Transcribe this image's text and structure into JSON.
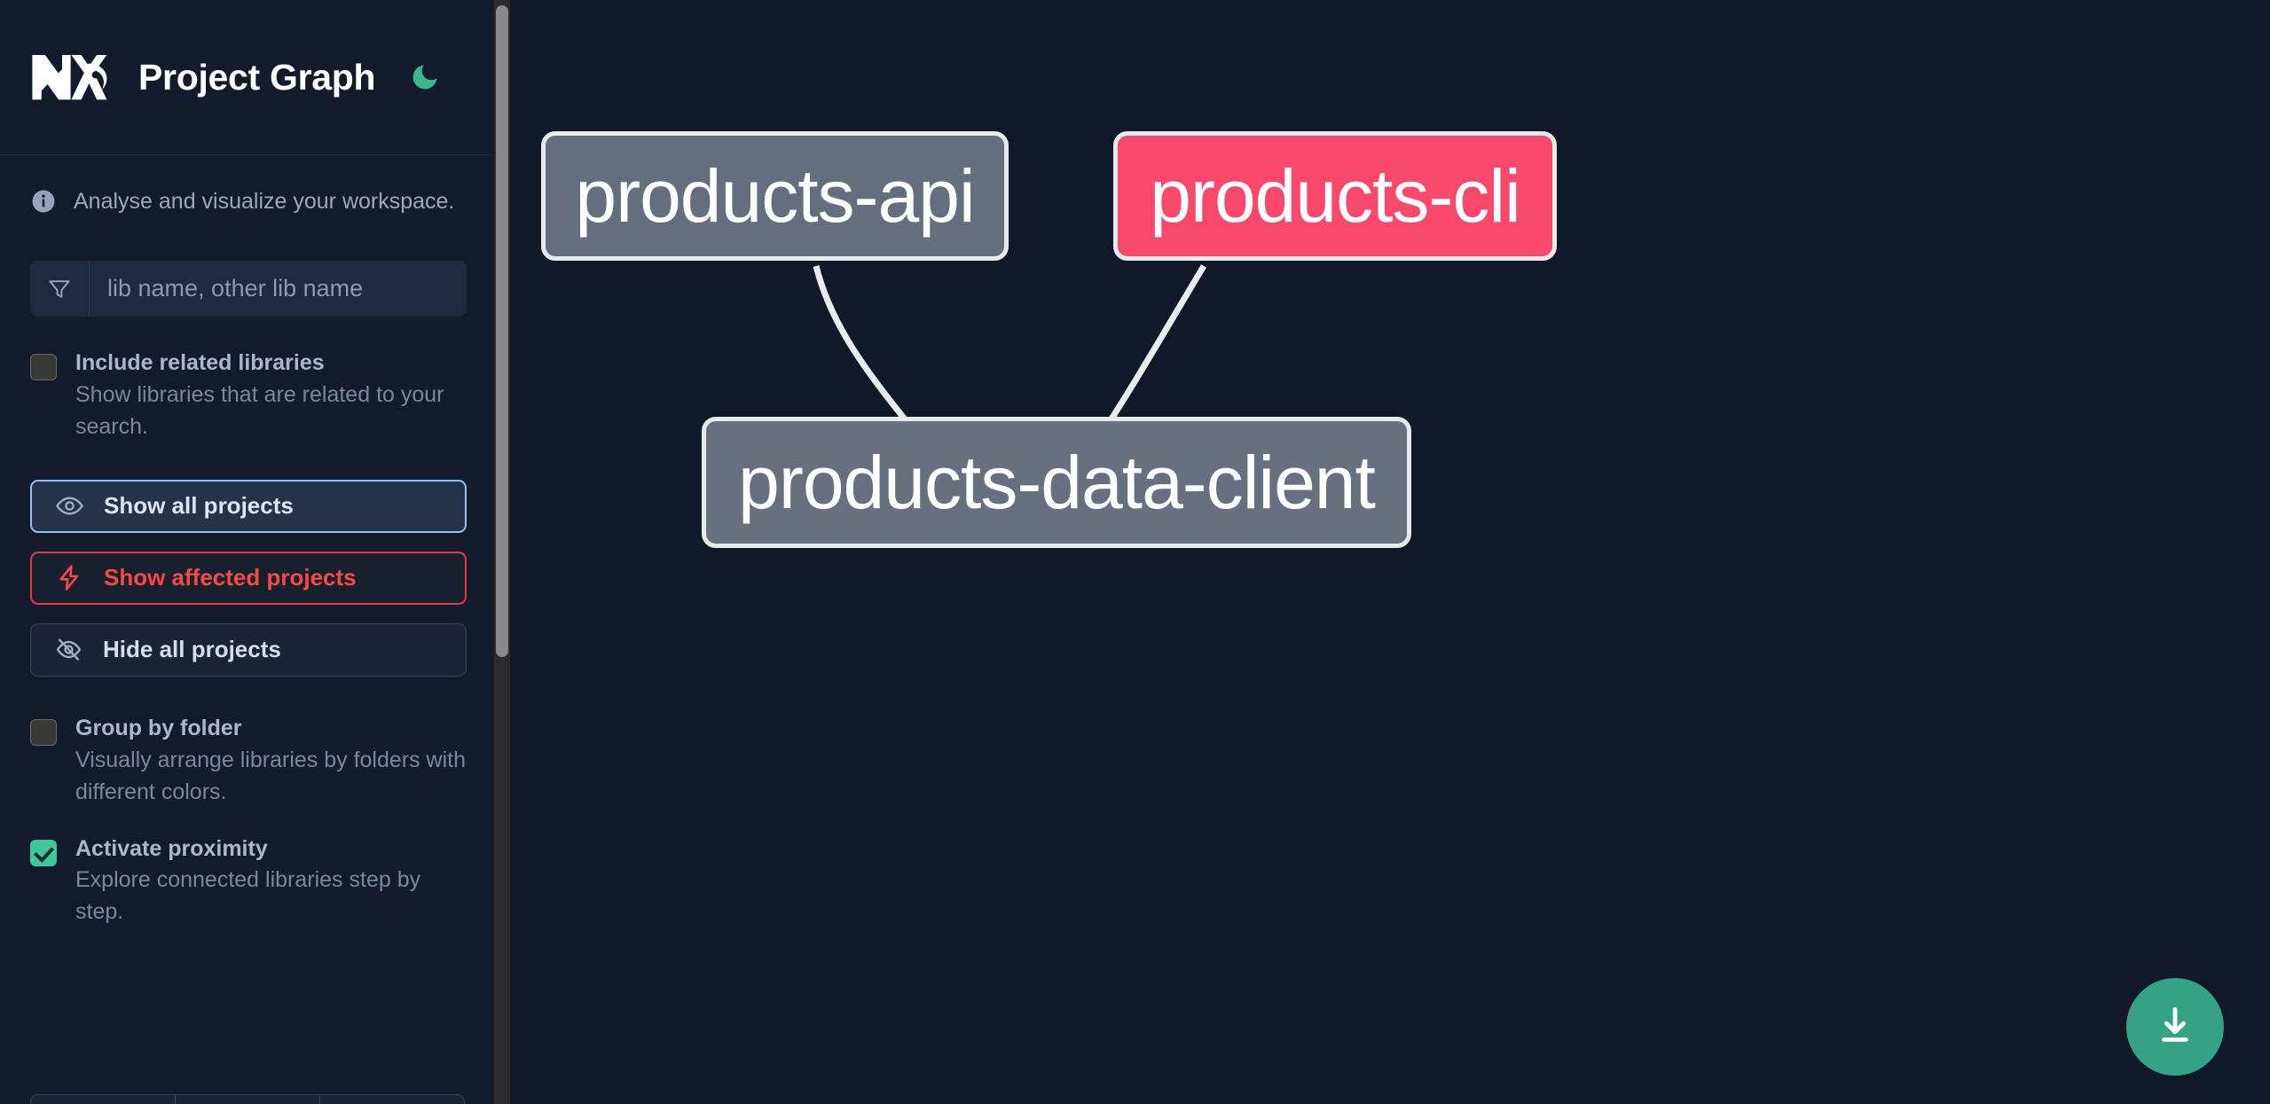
{
  "header": {
    "logo_icon": "nx-logo-icon",
    "title": "Project Graph",
    "theme_toggle_icon": "moon-icon"
  },
  "sidebar": {
    "tagline": {
      "icon": "info-icon",
      "text": "Analyse and visualize your workspace."
    },
    "search": {
      "icon": "funnel-icon",
      "placeholder": "lib name, other lib name",
      "value": ""
    },
    "options": [
      {
        "id": "include-related-libraries",
        "label": "Include related libraries",
        "description": "Show libraries that are related to your search.",
        "checked": false
      },
      {
        "id": "group-by-folder",
        "label": "Group by folder",
        "description": "Visually arrange libraries by folders with different colors.",
        "checked": false
      },
      {
        "id": "activate-proximity",
        "label": "Activate proximity",
        "description": "Explore connected libraries step by step.",
        "checked": true
      }
    ],
    "buttons": [
      {
        "id": "show-all-projects",
        "label": "Show all projects",
        "icon": "eye-icon",
        "state": "active"
      },
      {
        "id": "show-affected-projects",
        "label": "Show affected projects",
        "icon": "lightning-icon",
        "state": "affected"
      },
      {
        "id": "hide-all-projects",
        "label": "Hide all projects",
        "icon": "eye-off-icon",
        "state": "default"
      }
    ]
  },
  "graph": {
    "download_button": {
      "icon": "download-icon",
      "label": ""
    },
    "nodes": [
      {
        "id": "products-api",
        "label": "products-api",
        "color": "#656E7F",
        "affected": false
      },
      {
        "id": "products-cli",
        "label": "products-cli",
        "color": "#F8496B",
        "affected": true
      },
      {
        "id": "products-data-client",
        "label": "products-data-client",
        "color": "#68707F",
        "affected": false
      }
    ],
    "edges": [
      {
        "from": "products-api",
        "to": "products-data-client"
      },
      {
        "from": "products-cli",
        "to": "products-data-client"
      }
    ]
  },
  "colors": {
    "background": "#101829",
    "sidebar": "#121A2B",
    "accent_green": "#34A383",
    "affected_red": "#F8496B",
    "node_gray": "#68707F",
    "checkbox_checked": "#3FC79A"
  }
}
